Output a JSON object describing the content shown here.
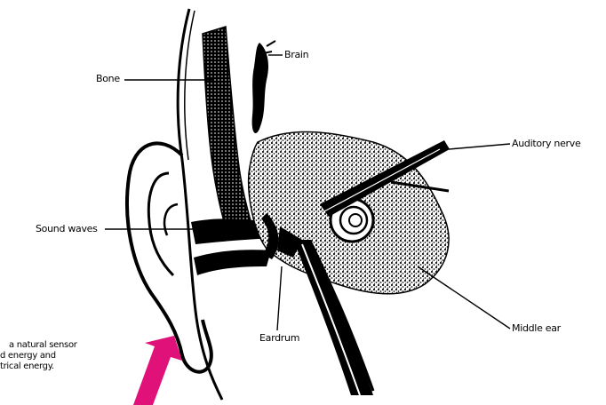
{
  "labels": {
    "brain": "Brain",
    "bone": "Bone",
    "auditory_nerve": "Auditory nerve",
    "sound_waves": "Sound waves",
    "eardrum": "Eardrum",
    "middle_ear": "Middle ear"
  },
  "caption": {
    "line1": "a natural sensor",
    "line2": "d energy and",
    "line3": "trical energy."
  },
  "colors": {
    "ink": "#000000",
    "stipple": "#111111",
    "arrow": "#e0127a",
    "background": "#ffffff"
  }
}
